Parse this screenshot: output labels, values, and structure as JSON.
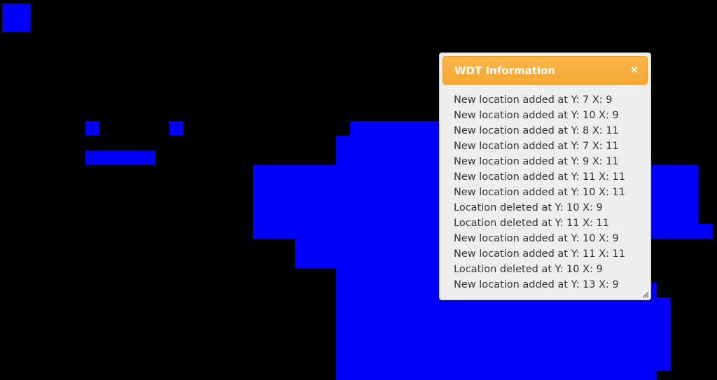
{
  "map": {
    "background_color": "#000000",
    "tile_color": "#0000ff"
  },
  "dialog": {
    "title": "WDT Information",
    "close_icon": "close-icon",
    "close_glyph": "×",
    "titlebar_color": "#f5a834",
    "log": [
      "New location added at Y: 7 X: 9",
      "New location added at Y: 10 X: 9",
      "New location added at Y: 8 X: 11",
      "New location added at Y: 7 X: 11",
      "New location added at Y: 9 X: 11",
      "New location added at Y: 11 X: 11",
      "New location added at Y: 10 X: 11",
      "Location deleted at Y: 10 X: 9",
      "Location deleted at Y: 11 X: 11",
      "New location added at Y: 10 X: 9",
      "New location added at Y: 11 X: 11",
      "Location deleted at Y: 10 X: 9",
      "New location added at Y: 13 X: 9"
    ],
    "resize_icon": "resize-grip-icon"
  }
}
